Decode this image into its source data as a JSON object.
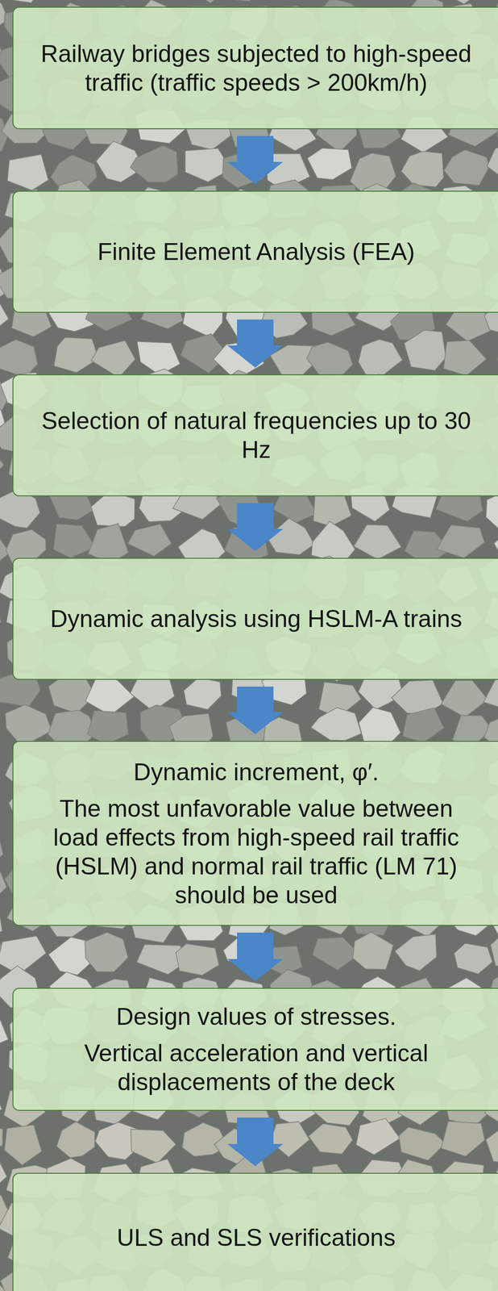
{
  "diagram": {
    "nodes": [
      {
        "text": [
          "Railway bridges subjected to high-speed traffic (traffic speeds > 200km/h)"
        ]
      },
      {
        "text": [
          "Finite Element Analysis (FEA)"
        ]
      },
      {
        "text": [
          "Selection of natural frequencies up to 30 Hz"
        ]
      },
      {
        "text": [
          "Dynamic analysis using HSLM-A trains"
        ]
      },
      {
        "text": [
          "Dynamic increment, φ′.",
          "The most unfavorable value between load effects from high-speed rail traffic (HSLM) and normal rail traffic (LM 71) should be used"
        ]
      },
      {
        "text": [
          "Design values of stresses.",
          "Vertical acceleration and vertical displacements of the deck"
        ]
      },
      {
        "text": [
          "ULS and SLS verifications"
        ]
      }
    ],
    "edges": [
      {
        "from": 0,
        "to": 1,
        "arrow": "to"
      },
      {
        "from": 1,
        "to": 2,
        "arrow": "to"
      },
      {
        "from": 2,
        "to": 3,
        "arrow": "to"
      },
      {
        "from": 3,
        "to": 4,
        "arrow": "to"
      },
      {
        "from": 4,
        "to": 5,
        "arrow": "to"
      },
      {
        "from": 5,
        "to": 6,
        "arrow": "to"
      }
    ]
  }
}
